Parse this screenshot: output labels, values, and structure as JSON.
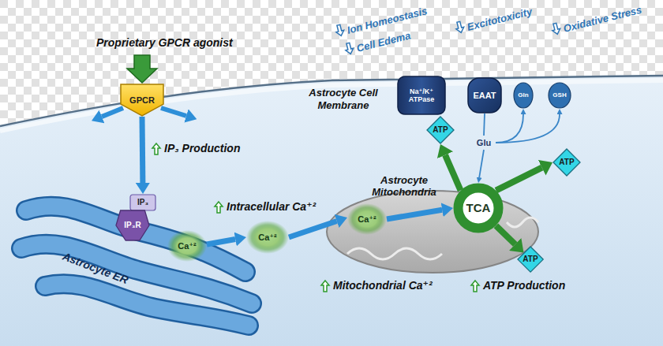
{
  "diagram": {
    "nodes": [
      {
        "text": [
          "GPCR"
        ]
      },
      {
        "text": [
          "Na⁺/K⁺ ATPase"
        ]
      },
      {
        "text": [
          "EAAT"
        ]
      },
      {
        "text": [
          "Gln"
        ]
      },
      {
        "text": [
          "GSH"
        ]
      },
      {
        "text": [
          "ATP"
        ]
      },
      {
        "text": [
          "Glu"
        ]
      },
      {
        "text": [
          "ATP"
        ]
      },
      {
        "text": [
          "IP₃"
        ]
      },
      {
        "text": [
          "Astrocyte ER"
        ]
      },
      {
        "text": [
          "IP₃R"
        ],
        "in": 9
      },
      {
        "text": [
          "Ca⁺²"
        ],
        "in": 9
      },
      {
        "text": [
          "Ca⁺²"
        ]
      },
      {
        "text": [
          "Astrocyte Mitochondria"
        ]
      },
      {
        "text": [
          "Ca⁺²"
        ],
        "in": 13
      },
      {
        "text": [
          "TCA"
        ],
        "in": 13
      },
      {
        "text": [
          "ATP"
        ]
      }
    ],
    "edges": [
      {
        "from": 0,
        "to": 8,
        "arrow": "to"
      },
      {
        "from": 11,
        "to": 12,
        "arrow": "to"
      },
      {
        "from": 12,
        "to": 14,
        "arrow": "to"
      },
      {
        "from": 14,
        "to": 15,
        "arrow": "to"
      },
      {
        "from": 15,
        "to": 5,
        "arrow": "to"
      },
      {
        "from": 15,
        "to": 7,
        "arrow": "to"
      },
      {
        "from": 15,
        "to": 16,
        "arrow": "to"
      },
      {
        "from": 2,
        "to": 6,
        "arrow": "none"
      },
      {
        "from": 6,
        "to": 15,
        "arrow": "to"
      },
      {
        "from": 6,
        "to": 3,
        "arrow": "to"
      },
      {
        "from": 6,
        "to": 4,
        "arrow": "to"
      }
    ],
    "labels": [
      "Proprietary GPCR agonist",
      "IP₃ Production",
      "Astrocyte Cell Membrane",
      "Intracellular Ca⁺²",
      "Mitochondrial Ca⁺²",
      "ATP Production",
      "Ion Homeostasis",
      "Cell Edema",
      "Excitotoxicity",
      "Oxidative Stress"
    ]
  }
}
